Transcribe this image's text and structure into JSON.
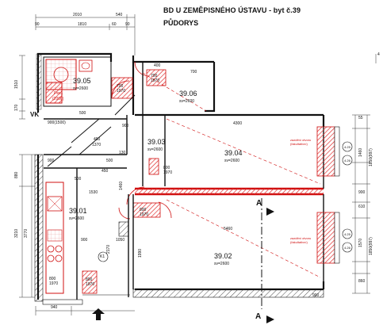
{
  "header": {
    "title": "BD U ZEMĚPISNÉHO ÚSTAVU - byt č.39",
    "subtitle": "PŮDORYS"
  },
  "rooms": [
    {
      "id": "39.05",
      "height": "sv=2600"
    },
    {
      "id": "39.06",
      "height": "sv=2600"
    },
    {
      "id": "39.03",
      "height": "sv=2600"
    },
    {
      "id": "39.04",
      "height": "sv=2600"
    },
    {
      "id": "39.01",
      "height": "sv=2600"
    },
    {
      "id": "39.02",
      "height": "sv=2600"
    }
  ],
  "doors": [
    {
      "w": "700",
      "h": "1970"
    },
    {
      "w": "700",
      "h": "1970"
    },
    {
      "w": "800",
      "h": "1970"
    },
    {
      "w": "800",
      "h": "1970"
    },
    {
      "w": "800",
      "h": "1970"
    },
    {
      "w": "800",
      "h": "1970"
    }
  ],
  "dimensions": {
    "top_total": "2010",
    "top_a": "1810",
    "top_b": "540",
    "top_small": [
      "90",
      "60",
      "90"
    ],
    "top_c": "400",
    "left_a": "1510",
    "left_b": "170",
    "left_c": "880",
    "left_d": "3210",
    "left_e": "3770",
    "left_bottom": "940",
    "mid_a": "900(1500)",
    "mid_b": "900",
    "mid_c": "4300",
    "mid_d": "490",
    "mid_e": "1370",
    "mid_f": "1530",
    "mid_g": "500",
    "mid_h": "1460",
    "mid_i": "5460",
    "mid_j": "1990",
    "mid_k": "900",
    "mid_l": "2170",
    "right_a": "55",
    "right_b": "1460",
    "right_c": "1850(997)",
    "right_d": "900",
    "right_e": "1570",
    "right_f": "1850(997)",
    "right_g": "610",
    "right_h": "860",
    "right_i": "900",
    "right_j": "4",
    "small_a": "500",
    "small_b": "900",
    "small_c": "130",
    "small_d": "700",
    "small_e": "450",
    "small_f": "500",
    "small_g": "1050"
  },
  "labels": {
    "vk": "VK",
    "section_top": "A",
    "section_bottom": "A",
    "k1": "K1",
    "fixture_red": "Pes1",
    "fixture_red_note": "(2000)",
    "wall_note": "zazdění otvoru\n(fakultativní)"
  },
  "circles": [
    "4.25",
    "4.26",
    "4.25",
    "4.26"
  ]
}
